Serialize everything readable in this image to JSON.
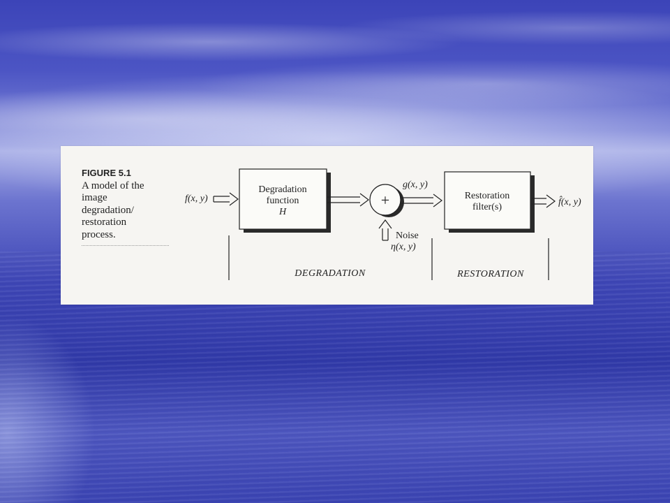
{
  "figure": {
    "label": "FIGURE 5.1",
    "caption_lines": [
      "A model of the",
      "image",
      "degradation/",
      "restoration",
      "process."
    ]
  },
  "diagram": {
    "input_signal": "f(x, y)",
    "degradation_block": {
      "line1": "Degradation",
      "line2": "function",
      "line3": "H"
    },
    "adder_symbol": "+",
    "degraded_signal": "g(x, y)",
    "noise": {
      "label": "Noise",
      "symbol": "η(x, y)"
    },
    "restoration_block": {
      "line1": "Restoration",
      "line2": "filter(s)"
    },
    "output_signal": "f̂(x, y)",
    "stage_labels": {
      "degradation": "DEGRADATION",
      "restoration": "RESTORATION"
    }
  },
  "colors": {
    "panel_background": "#f6f5f2",
    "ink": "#222222",
    "block_shadow": "#2a2a2a"
  }
}
